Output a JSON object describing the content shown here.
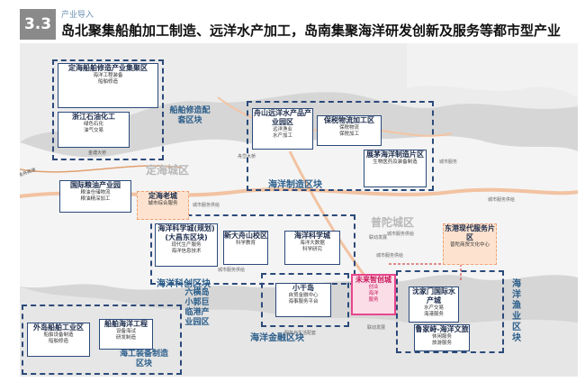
{
  "header": {
    "section_num": "3.3",
    "kicker": "产业导入",
    "title": "岛北聚集船舶加工制造、远洋水产加工，岛南集聚海洋研发创新及服务等都市型产业"
  },
  "colors": {
    "navy": "#2b4a7a",
    "teal": "#2b5e8a",
    "orange": "#f2a071",
    "pink": "#e8468c"
  },
  "boxes": {
    "dinghai_ship": {
      "title": "定海船舶修造产业集聚区",
      "sub1": "海洋工程装备",
      "sub2": "船舶修造"
    },
    "zhejiang_petro": {
      "title": "浙江石油化工",
      "sub1": "绿色石化",
      "sub2": "油气交易"
    },
    "zhoushan_fish": {
      "title": "舟山远洋水产品产业园区",
      "sub1": "远洋渔业",
      "sub2": "水产加工"
    },
    "bonded": {
      "title": "保税物流加工区",
      "sub1": "保税物流",
      "sub2": "保税加工"
    },
    "zhanmao": {
      "title": "展茅海洋制造片区",
      "sub1": "生物医药及装备制造"
    },
    "ganlan": {
      "title": "国际粮油产业园",
      "sub1": "粮油仓储物流",
      "sub2": "粮油精深加工"
    },
    "dinghai_old": {
      "title": "定海老城",
      "sub1": "城市综合服务"
    },
    "marine_sci_plan": {
      "title": "海洋科学城(规划)(大昌东区块)",
      "sub1": "现代生产服务",
      "sub2": "海洋信息技术"
    },
    "xinda": {
      "title": "新大舟山校区",
      "sub1": "科学教育"
    },
    "marine_sci": {
      "title": "海洋科学城",
      "sub1": "海洋大数据",
      "sub2": "科学研究"
    },
    "dongjiang": {
      "title": "东港现代服务片区",
      "sub1": "普陀商贸文化中心"
    },
    "xiaoganyu": {
      "title": "小干岛",
      "sub1": "自贸金融中心",
      "sub2": "海事服务平台"
    },
    "future": {
      "title": "未来智创城",
      "sub1": "创业",
      "sub2": "海洋",
      "sub3": "服务"
    },
    "shenjiamen": {
      "title": "沈家门国际水产城",
      "sub1": "水产交易",
      "sub2": "海港服务"
    },
    "lujiazhi": {
      "title": "鲁家峙-海洋文旅",
      "sub1": "休闲服务",
      "sub2": "旅游服务"
    },
    "waidiao": {
      "title": "外岛船舶工业区",
      "sub1": "船舶设备制造",
      "sub2": "船舶修造"
    },
    "ship_eng": {
      "title": "船舶海洋工程",
      "sub1": "设备海试",
      "sub2": "研发制造"
    }
  },
  "zones": {
    "ship_repair": "船舶修造配套区块",
    "marine_mfg": "海洋制造区块",
    "marine_sci_block": "海洋科创区块",
    "marine_finance": "海洋金融区块",
    "marine_fish": "海洋渔业区块",
    "liuheng": "六横岛小郭巨临港产业园区",
    "equip": "海工装备制造区块"
  },
  "areas": {
    "dinghai": "定海城区",
    "putuo": "普陀城区"
  },
  "tags": {
    "t1": "城市服务供给",
    "t2": "城市服务供给",
    "t3": "城市服务供给",
    "t4": "联动发展",
    "t5": "联动发展",
    "t6": "城市服务供给",
    "t7": "服务与生活配套",
    "t8": "城市服务供给",
    "t9": "城市服务"
  },
  "roads": {
    "r1": "甬舟高速",
    "r2": "金塘大桥",
    "r3": "舟岱大桥"
  }
}
